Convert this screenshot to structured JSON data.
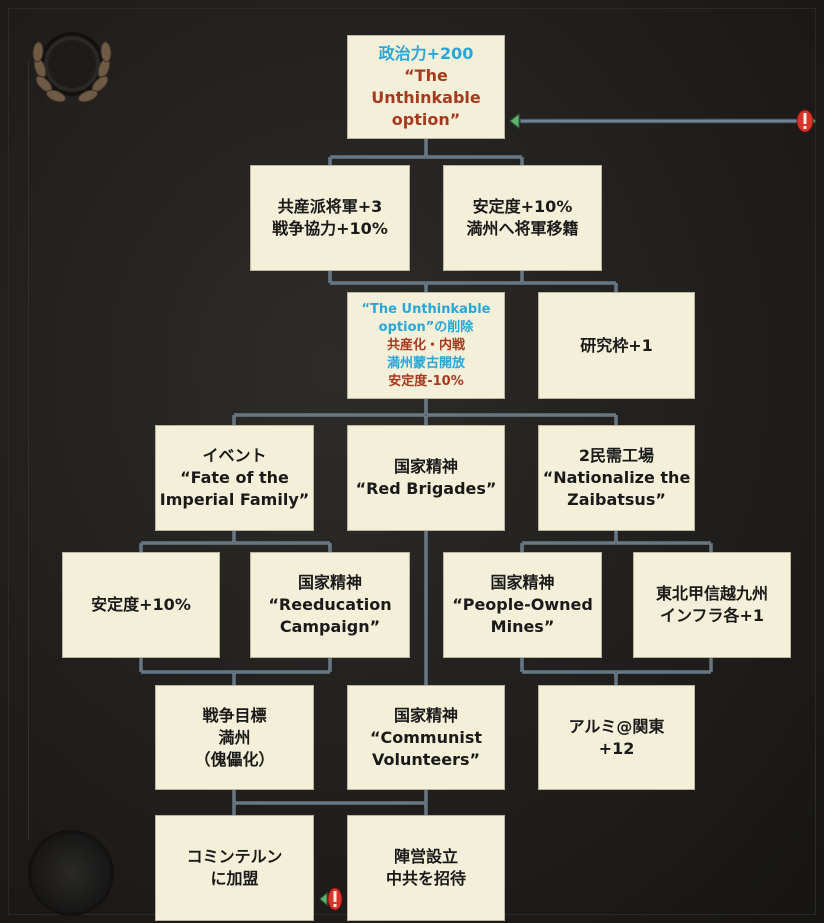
{
  "nodes": {
    "n1": {
      "lines": [
        "政治力+200",
        "“The Unthinkable",
        "option”"
      ]
    },
    "n2": {
      "lines": [
        "共産派将軍+3",
        "戦争協力+10%"
      ]
    },
    "n3": {
      "lines": [
        "安定度+10%",
        "満州へ将軍移籍"
      ]
    },
    "n4": {
      "lines": [
        "“The Unthinkable",
        "option”の削除",
        "共産化・内戦",
        "満州蒙古開放",
        "安定度-10%"
      ]
    },
    "n5": {
      "lines": [
        "研究枠+1"
      ]
    },
    "n6": {
      "lines": [
        "イベント",
        "“Fate of the",
        "Imperial Family”"
      ]
    },
    "n7": {
      "lines": [
        "国家精神",
        "“Red Brigades”"
      ]
    },
    "n8": {
      "lines": [
        "2民需工場",
        "“Nationalize the",
        "Zaibatsus”"
      ]
    },
    "n9": {
      "lines": [
        "安定度+10%"
      ]
    },
    "n10": {
      "lines": [
        "国家精神",
        "“Reeducation",
        "Campaign”"
      ]
    },
    "n11": {
      "lines": [
        "国家精神",
        "“People-Owned",
        "Mines”"
      ]
    },
    "n12": {
      "lines": [
        "東北甲信越九州",
        "インフラ各+1"
      ]
    },
    "n13": {
      "lines": [
        "戦争目標",
        "満州",
        "（傀儡化）"
      ]
    },
    "n14": {
      "lines": [
        "国家精神",
        "“Communist",
        "Volunteers”"
      ]
    },
    "n15": {
      "lines": [
        "アルミ@関東",
        "+12"
      ]
    },
    "n16": {
      "lines": [
        "コミンテルン",
        "に加盟"
      ]
    },
    "n17": {
      "lines": [
        "陣営設立",
        "中共を招待"
      ]
    }
  },
  "colors": {
    "node_bg": "#f3efd8",
    "text": "#1a1a1a",
    "accent_blue": "#27a7d8",
    "accent_red": "#a53a1e",
    "connector": "#8da3b4",
    "warning": "#d8342b",
    "arrow_green": "#5fb36a"
  },
  "icons": [
    "laurel-wreath-icon",
    "warning-exclamation-icon",
    "green-arrow-left-icon",
    "green-arrow-right-icon"
  ]
}
